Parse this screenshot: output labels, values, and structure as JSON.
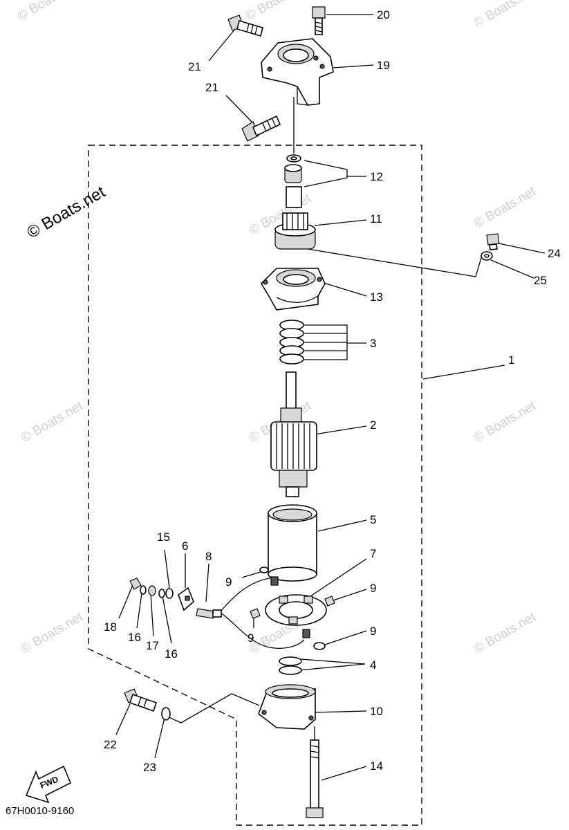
{
  "watermark": {
    "main": "© Boats.net",
    "faint": "© Boats.net"
  },
  "diagram_code": "67H0010-9160",
  "direction_arrow": {
    "label": "FWD"
  },
  "callouts": [
    {
      "id": "c20",
      "text": "20"
    },
    {
      "id": "c21a",
      "text": "21"
    },
    {
      "id": "c19",
      "text": "19"
    },
    {
      "id": "c21b",
      "text": "21"
    },
    {
      "id": "c12",
      "text": "12"
    },
    {
      "id": "c11",
      "text": "11"
    },
    {
      "id": "c24",
      "text": "24"
    },
    {
      "id": "c25",
      "text": "25"
    },
    {
      "id": "c13",
      "text": "13"
    },
    {
      "id": "c3",
      "text": "3"
    },
    {
      "id": "c1",
      "text": "1"
    },
    {
      "id": "c2",
      "text": "2"
    },
    {
      "id": "c5",
      "text": "5"
    },
    {
      "id": "c15",
      "text": "15"
    },
    {
      "id": "c6",
      "text": "6"
    },
    {
      "id": "c8",
      "text": "8"
    },
    {
      "id": "c7",
      "text": "7"
    },
    {
      "id": "c9a",
      "text": "9"
    },
    {
      "id": "c9b",
      "text": "9"
    },
    {
      "id": "c9c",
      "text": "9"
    },
    {
      "id": "c9d",
      "text": "9"
    },
    {
      "id": "c18",
      "text": "18"
    },
    {
      "id": "c16a",
      "text": "16"
    },
    {
      "id": "c17",
      "text": "17"
    },
    {
      "id": "c16b",
      "text": "16"
    },
    {
      "id": "c4",
      "text": "4"
    },
    {
      "id": "c10",
      "text": "10"
    },
    {
      "id": "c22",
      "text": "22"
    },
    {
      "id": "c23",
      "text": "23"
    },
    {
      "id": "c14",
      "text": "14"
    }
  ]
}
